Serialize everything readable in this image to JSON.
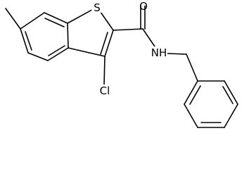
{
  "molecule": {
    "atoms": {
      "S": "S",
      "O": "O",
      "NH": "NH",
      "Cl": "Cl"
    }
  }
}
